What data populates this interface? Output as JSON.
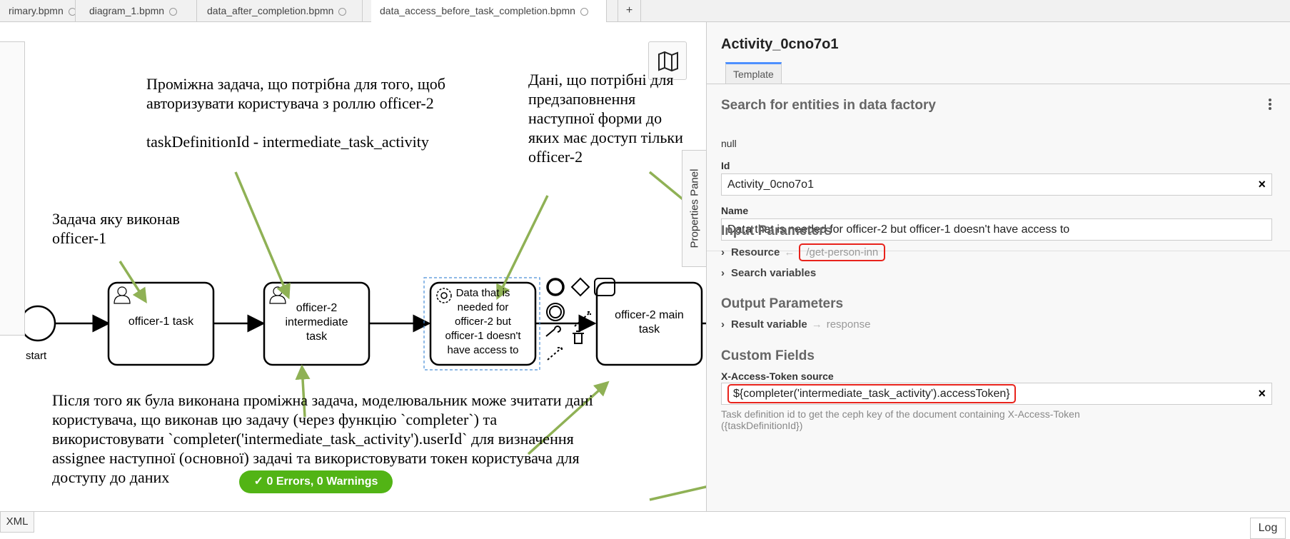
{
  "tabs": [
    {
      "label": "rimary.bpmn"
    },
    {
      "label": "diagram_1.bpmn"
    },
    {
      "label": "data_after_completion.bpmn"
    },
    {
      "label": "data_access_before_task_completion.bpmn"
    },
    {
      "label": "+"
    }
  ],
  "canvas": {
    "start_label": "start",
    "tasks": [
      {
        "label": "officer-1 task"
      },
      {
        "label": "officer-2\nintermediate\ntask"
      },
      {
        "label": "Data that is\nneeded for\nofficer-2 but\nofficer-1 doesn't\nhave access to"
      },
      {
        "label": "officer-2 main\ntask"
      }
    ],
    "annotations": {
      "intermediate": "Проміжна задача, що потрібна для того, щоб\nавторизувати користувача з роллю officer-2\n\ntaskDefinitionId - intermediate_task_activity",
      "officer1": "Задача яку виконав\nofficer-1",
      "data": "Дані, що потрібні для\nпредзаповнення\nнаступної форми до\nяких має доступ тільки\nofficer-2",
      "bottom": "Після того як була виконана проміжна задача, моделювальник може зчитати дані\nкористувача, що виконав цю задачу (через функцію `completer`) та\nвикористовувати `completer('intermediate_task_activity').userId` для визначення\nassignee наступної (основної) задачі та використовувати токен користувача для\nдоступу до даних"
    },
    "lint_badge": "0 Errors, 0 Warnings",
    "properties_toggle": "Properties Panel"
  },
  "panel": {
    "title": "Activity_0cno7o1",
    "tab": "Template",
    "template_name": "Search for entities in data factory",
    "description": "null",
    "id_label": "Id",
    "id_value": "Activity_0cno7o1",
    "name_label": "Name",
    "name_value": "Data that is needed for officer-2 but officer-1 doesn't have access to",
    "input_title": "Input Parameters",
    "resource_label": "Resource",
    "resource_value": "/get-person-inn",
    "search_vars_label": "Search variables",
    "output_title": "Output Parameters",
    "result_label": "Result variable",
    "result_value": "response",
    "custom_title": "Custom Fields",
    "token_label": "X-Access-Token source",
    "token_value": "${completer('intermediate_task_activity').accessToken}",
    "token_hint": "Task definition id to get the ceph key of the document containing X-Access-Token\n({taskDefinitionId})"
  },
  "footer": {
    "xml": "XML",
    "log": "Log"
  },
  "colors": {
    "accent": "#4d90ff",
    "annotation_arrow": "#8fb155",
    "highlight": "#e8231c",
    "badge": "#52b415"
  }
}
